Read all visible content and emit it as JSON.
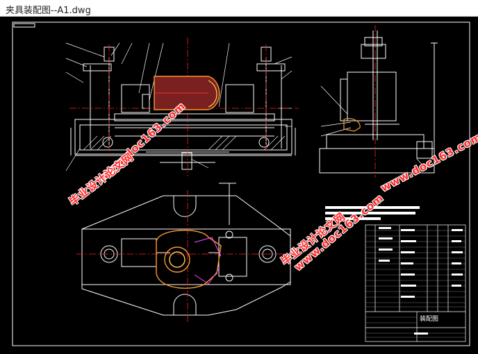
{
  "window": {
    "title": "夹具装配图--A1.dwg"
  },
  "drawing": {
    "title_block_name": "装配图",
    "watermarks": [
      {
        "url": "www.doc163.com",
        "cn": "毕业设计论文网"
      },
      {
        "url": "www.doc163.com",
        "cn": "毕业设计论文网"
      },
      {
        "url": "www.doc163.com",
        "cn": ""
      }
    ]
  },
  "colors": {
    "background": "#000000",
    "line_white": "#ffffff",
    "line_red": "#ff2020",
    "line_orange": "#ff9a2e",
    "line_magenta": "#ff4dff",
    "watermark": "#ff2a2a"
  }
}
